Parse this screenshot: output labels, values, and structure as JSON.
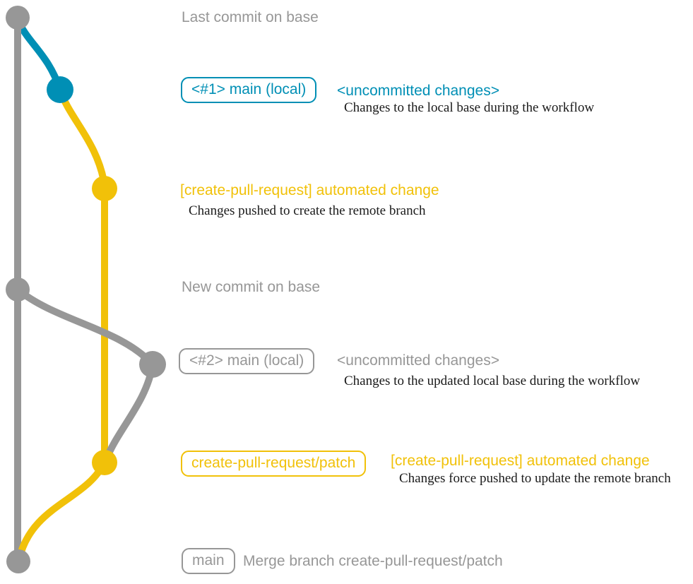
{
  "graph": {
    "colors": {
      "base": "#979797",
      "local": "#008fb5",
      "branch": "#f1c109",
      "note": "#1a1a1a"
    },
    "commits": [
      {
        "order": 1,
        "color": "gray",
        "label": "Last commit on base"
      },
      {
        "order": 2,
        "color": "blue",
        "label": "<#1> main (local)"
      },
      {
        "order": 3,
        "color": "yellow",
        "label": "[create-pull-request] automated change"
      },
      {
        "order": 4,
        "color": "gray",
        "label": "New commit on base"
      },
      {
        "order": 5,
        "color": "gray",
        "label": "<#2> main (local)"
      },
      {
        "order": 6,
        "color": "yellow",
        "label": "create-pull-request/patch"
      },
      {
        "order": 7,
        "color": "gray",
        "label": "main"
      }
    ]
  },
  "annotations": {
    "row1": {
      "message": "Last commit on base"
    },
    "row2": {
      "tag": "<#1> main (local)",
      "status": "<uncommitted changes>",
      "note": "Changes to the local base during the workflow"
    },
    "row3": {
      "message": "[create-pull-request] automated change",
      "note": "Changes pushed to create the remote branch"
    },
    "row4": {
      "message": "New commit on base"
    },
    "row5": {
      "tag": "<#2> main (local)",
      "status": "<uncommitted changes>",
      "note": "Changes to the updated local base during the workflow"
    },
    "row6": {
      "tag": "create-pull-request/patch",
      "message": "[create-pull-request] automated change",
      "note": "Changes force pushed to update the remote branch"
    },
    "row7": {
      "tag": "main",
      "message": "Merge branch create-pull-request/patch"
    }
  }
}
